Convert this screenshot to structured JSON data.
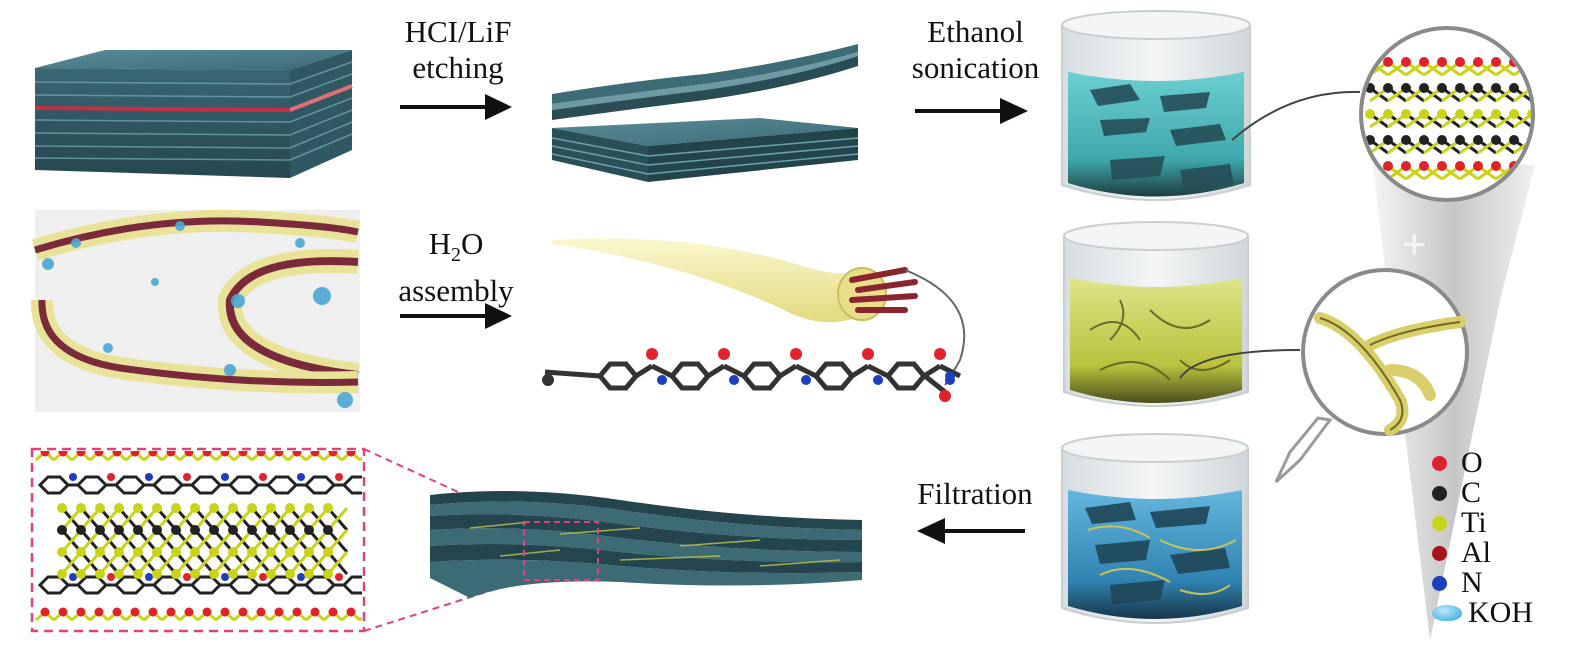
{
  "steps": {
    "etching": {
      "line1": "HCI/LiF",
      "line2": "etching"
    },
    "sonication": {
      "line1": "Ethanol",
      "line2": "sonication"
    },
    "assembly": {
      "line1_main": "H",
      "line1_sub": "2",
      "line1_end": "O",
      "line2": "assembly"
    },
    "filtration": {
      "label": "Filtration"
    }
  },
  "plus_symbol": "+",
  "legend": [
    {
      "key": "O",
      "label": "O",
      "color": "#e0222a"
    },
    {
      "key": "C",
      "label": "C",
      "color": "#222222"
    },
    {
      "key": "Ti",
      "label": "Ti",
      "color": "#c9d416"
    },
    {
      "key": "Al",
      "label": "Al",
      "color": "#a8141e"
    },
    {
      "key": "N",
      "label": "N",
      "color": "#1d3fbf"
    },
    {
      "key": "KOH",
      "label": "KOH",
      "color": "#6cc3ea"
    }
  ],
  "colors": {
    "mxene": "#3e6f7c",
    "mxene_dark": "#24444d",
    "aramid": "#f1ec9c",
    "aramid_core": "#8b2535",
    "solution_teal": "#4fc1c4",
    "solution_yellow": "#c8d150",
    "solution_blue": "#3a97c4",
    "zoom_box": "#e0427e"
  }
}
